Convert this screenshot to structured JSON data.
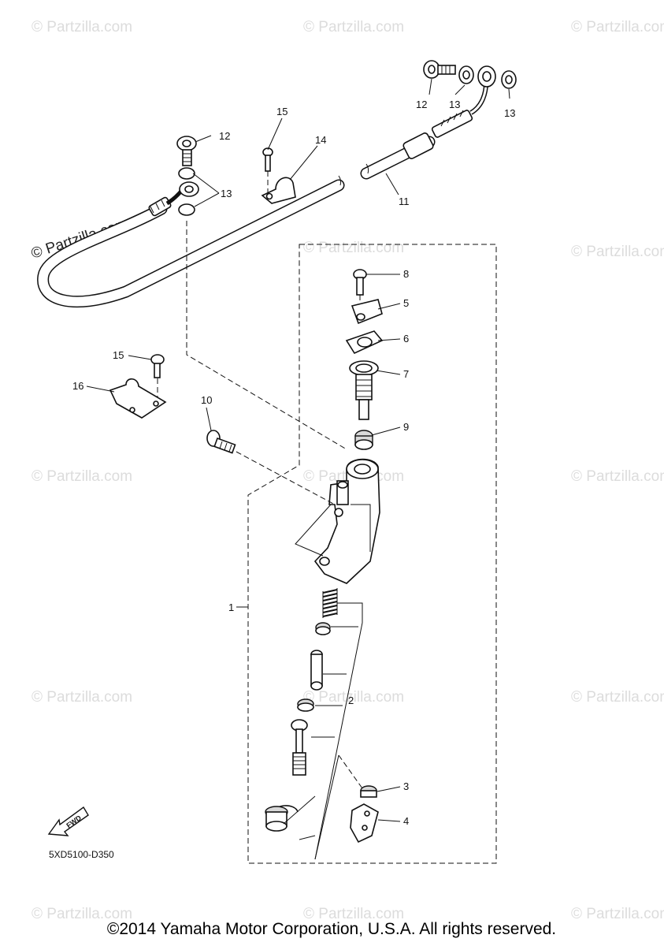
{
  "watermarks": {
    "text": "© Partzilla.com",
    "dark_text": "© Partzilla.com"
  },
  "callouts": {
    "c1": "1",
    "c2": "2",
    "c3": "3",
    "c4": "4",
    "c5": "5",
    "c6": "6",
    "c7": "7",
    "c8": "8",
    "c9": "9",
    "c10": "10",
    "c11": "11",
    "c12a": "12",
    "c12b": "12",
    "c13a": "13",
    "c13b": "13",
    "c13c": "13",
    "c14": "14",
    "c15a": "15",
    "c15b": "15",
    "c16": "16"
  },
  "fwd_label": "FWD",
  "diagram_code": "5XD5100-D350",
  "copyright": "©2014 Yamaha Motor Corporation, U.S.A. All rights reserved."
}
